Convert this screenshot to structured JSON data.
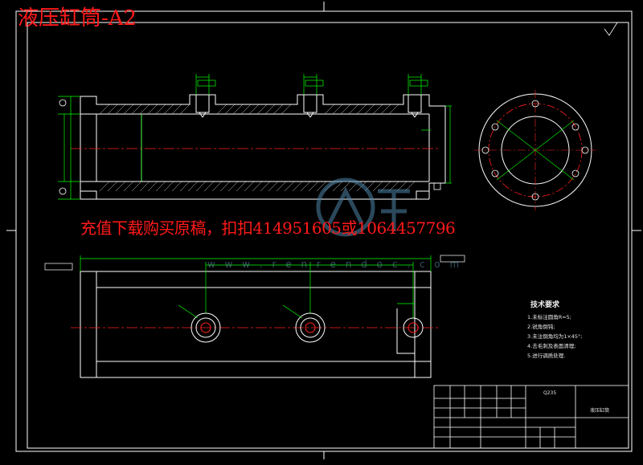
{
  "title": "液压缸筒-A2",
  "promo": "充值下载购买原稿，扣扣414951605或1064457796",
  "watermark": {
    "text": "w w w . r e n r e n d o c . c o m"
  },
  "tech_requirements": {
    "heading": "技术要求",
    "items": [
      "1.未标注圆角R=5;",
      "2.锐角倒钝;",
      "3.未注倒角均为1×45°;",
      "4.去毛刺及表面清理;",
      "5.进行调质处理."
    ]
  },
  "title_block": {
    "material": "Q235",
    "part_name": "液压缸筒"
  },
  "colors": {
    "background": "#000000",
    "outline": "#ffffff",
    "dimension": "#00ff00",
    "centerline": "#ff2020",
    "title_text": "#ff1a1a"
  }
}
